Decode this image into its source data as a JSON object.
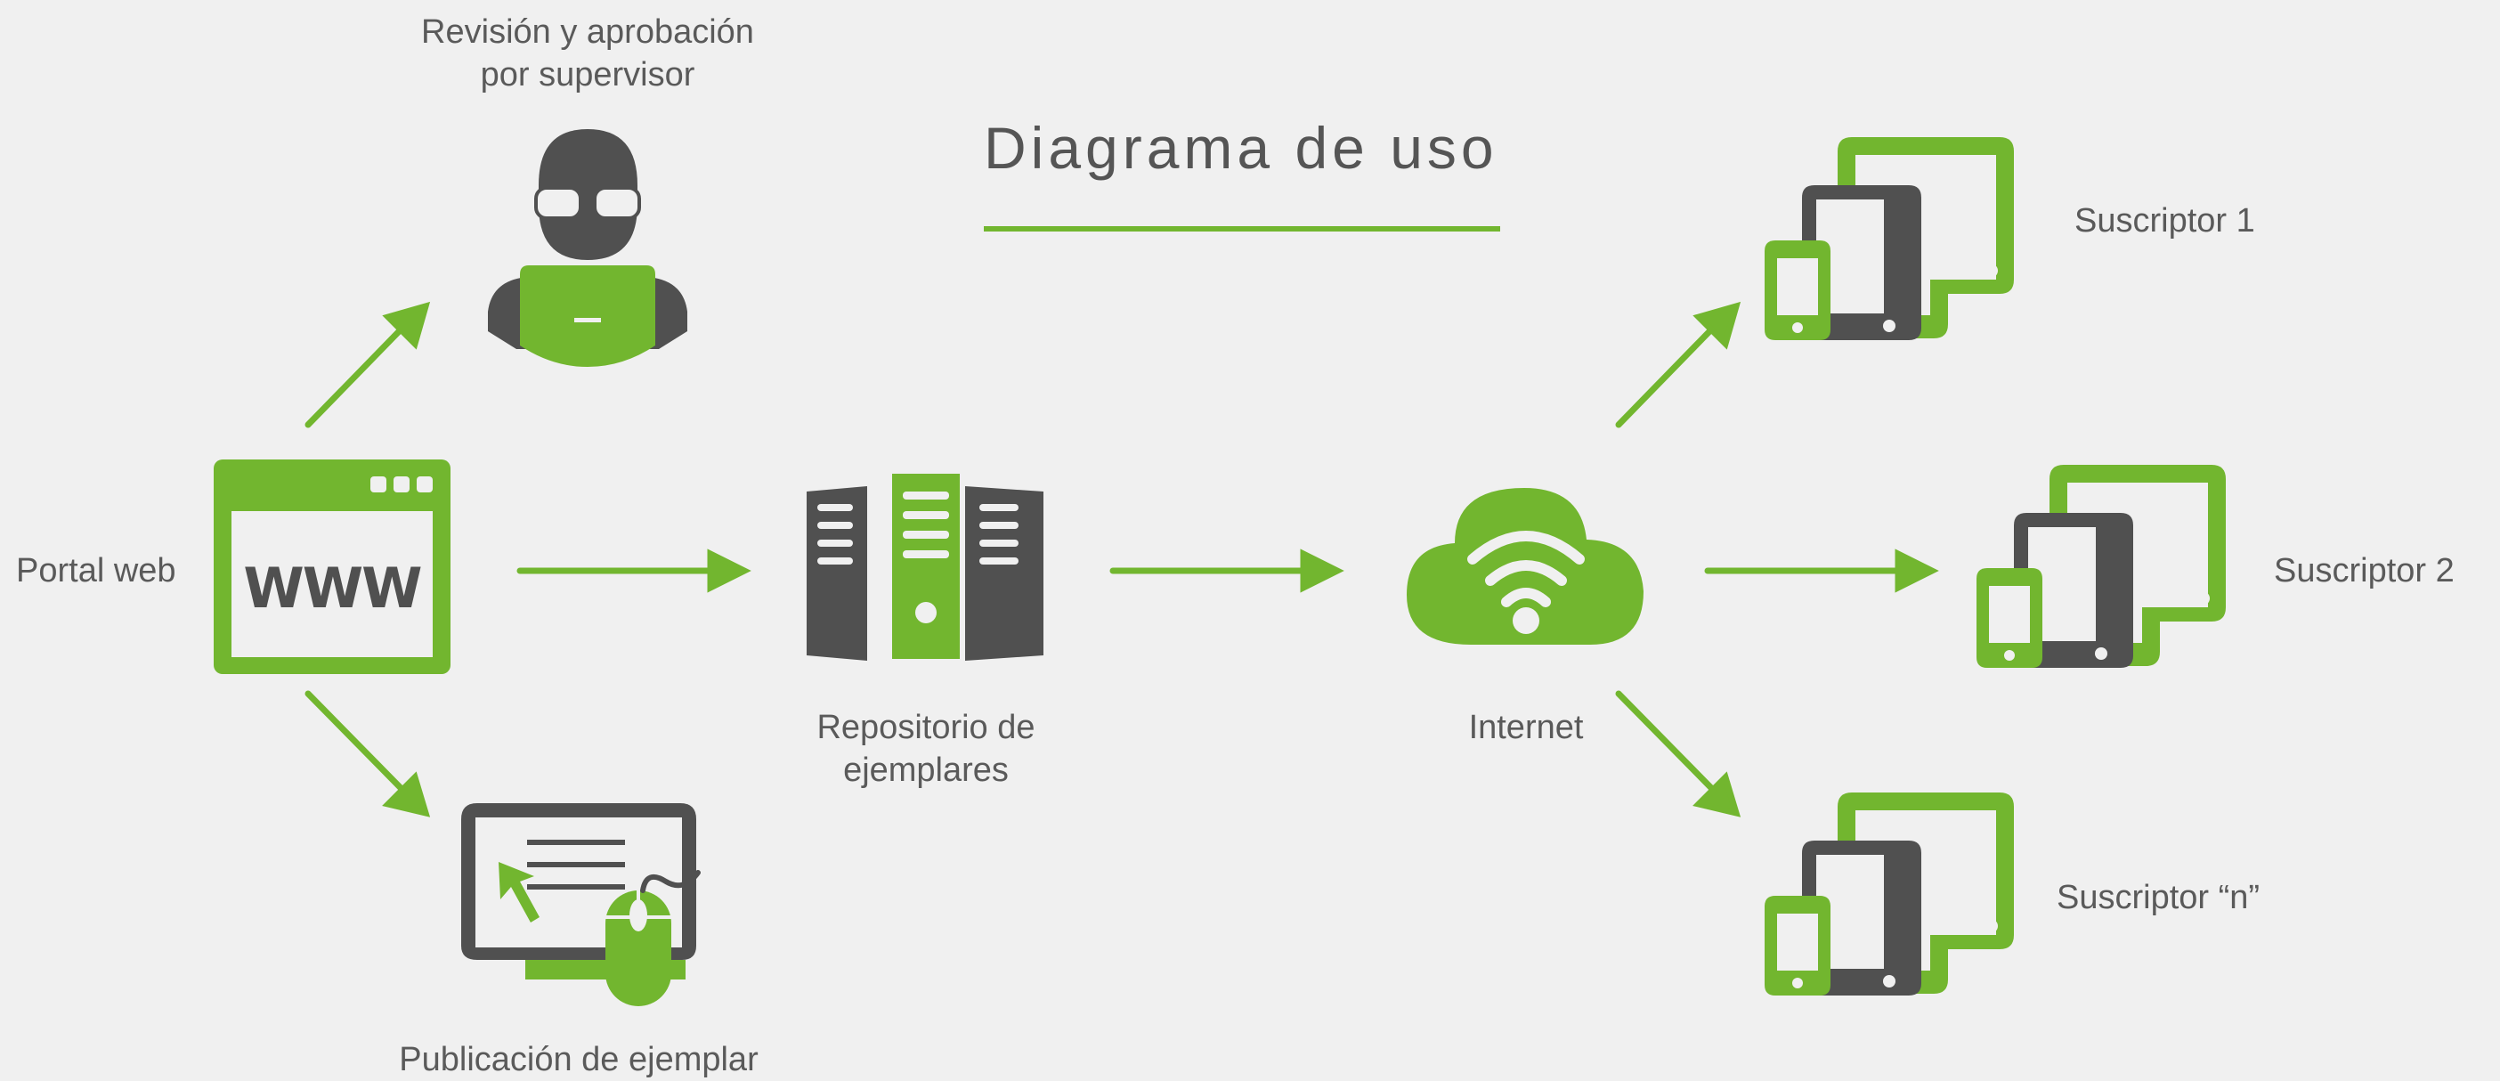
{
  "title": "Diagrama de uso",
  "colors": {
    "accent": "#72b62f",
    "dark": "#505050",
    "background": "#f0f0f0"
  },
  "nodes": {
    "portal": {
      "label": "Portal web",
      "icon": "browser-www-icon",
      "icon_text": "WWW"
    },
    "supervisor": {
      "label_line1": "Revisión y aprobación",
      "label_line2": "por supervisor",
      "icon": "reviewer-laptop-icon"
    },
    "publication": {
      "label": "Publicación de ejemplar",
      "icon": "desktop-mouse-icon"
    },
    "repository": {
      "label_line1": "Repositorio de",
      "label_line2": "ejemplares",
      "icon": "server-rack-icon"
    },
    "internet": {
      "label": "Internet",
      "icon": "cloud-wifi-icon"
    },
    "subscribers": [
      {
        "label": "Suscriptor 1",
        "icon": "multi-device-icon"
      },
      {
        "label": "Suscriptor 2",
        "icon": "multi-device-icon"
      },
      {
        "label": "Suscriptor “n”",
        "icon": "multi-device-icon"
      }
    ]
  },
  "connections": [
    {
      "from": "portal",
      "to": "supervisor"
    },
    {
      "from": "portal",
      "to": "repository"
    },
    {
      "from": "portal",
      "to": "publication"
    },
    {
      "from": "repository",
      "to": "internet"
    },
    {
      "from": "internet",
      "to": "subscriber-1"
    },
    {
      "from": "internet",
      "to": "subscriber-2"
    },
    {
      "from": "internet",
      "to": "subscriber-n"
    }
  ]
}
